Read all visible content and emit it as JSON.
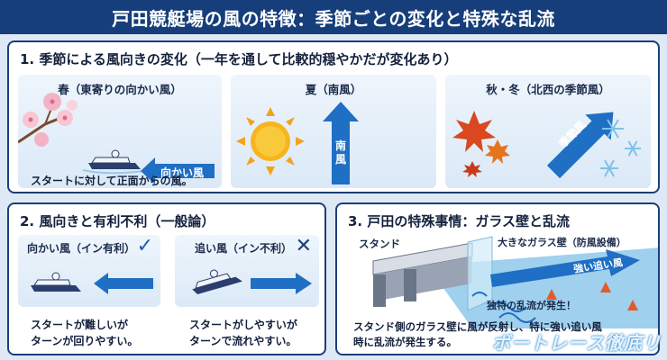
{
  "title": "戸田競艇場の風の特徴：季節ごとの変化と特殊な乱流",
  "section1": {
    "heading": "1. 季節による風向きの変化（一年を通して比較的穏やかだが変化あり）",
    "spring": {
      "label": "春（東寄りの向かい風）",
      "arrow": "向かい風",
      "caption": "スタートに対して正面からの風。"
    },
    "summer": {
      "label": "夏（南風）",
      "arrow": "南風"
    },
    "autumn": {
      "label": "秋・冬（北西の季節風）",
      "arrow": "季節風"
    }
  },
  "section2": {
    "heading": "2. 風向きと有利不利（一般論）",
    "head": {
      "label": "向かい風（イン有利）",
      "mark": "✓",
      "caption": [
        "スタートが難しいが",
        "ターンが回りやすい。"
      ]
    },
    "tail": {
      "label": "追い風（イン不利）",
      "mark": "✕",
      "caption": [
        "スタートがしやすいが",
        "ターンで流れやすい。"
      ]
    }
  },
  "section3": {
    "heading": "3. 戸田の特殊事情：ガラス壁と乱流",
    "stand": "スタンド",
    "glass": "大きなガラス壁（防風設備）",
    "strong_wind": "強い追い風",
    "turbulence": "独特の乱流が発生！",
    "caption": [
      "スタンド側のガラス壁に風が反射し、特に強い追い風",
      "時に乱流が発生する。"
    ]
  },
  "watermark": "ボートレース徹底リサーチ",
  "colors": {
    "navy": "#163e7a",
    "arrow": "#1f6fc4",
    "check": "#1b5fb0",
    "cross": "#1b3f78"
  }
}
